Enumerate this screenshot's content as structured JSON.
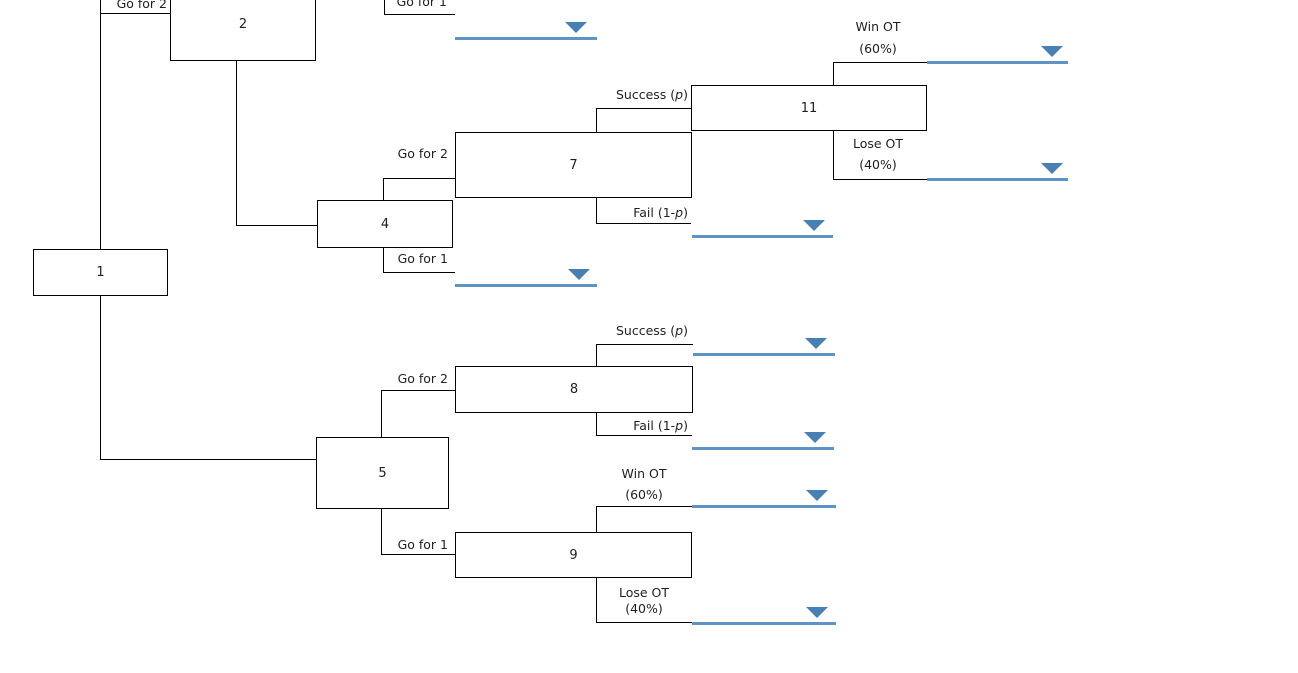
{
  "tree": {
    "nodes": {
      "n1": "1",
      "n2": "2",
      "n4": "4",
      "n5": "5",
      "n7": "7",
      "n8": "8",
      "n9": "9",
      "n11": "11"
    },
    "branches": {
      "root_go2": "Go for 2",
      "top_go1": "Go for 1",
      "n4_go2": "Go for 2",
      "n4_go1": "Go for 1",
      "n5_go2": "Go for 2",
      "n5_go1": "Go for 1",
      "n7_success": {
        "pre": "Success (",
        "v": "p",
        "post": ")"
      },
      "n7_fail": {
        "pre": "Fail (1-",
        "v": "p",
        "post": ")"
      },
      "n8_success": {
        "pre": "Success (",
        "v": "p",
        "post": ")"
      },
      "n8_fail": {
        "pre": "Fail (1-",
        "v": "p",
        "post": ")"
      },
      "n11_win": {
        "line1": "Win OT",
        "line2": "(60%)"
      },
      "n11_lose": {
        "line1": "Lose OT",
        "line2": "(40%)"
      },
      "n9_win": {
        "line1": "Win OT",
        "line2": "(60%)"
      },
      "n9_lose": {
        "line1": "Lose OT",
        "line2": "(40%)"
      }
    },
    "dropdowns": {
      "top_go1": {
        "value": ""
      },
      "n4_go1": {
        "value": ""
      },
      "n7_fail": {
        "value": ""
      },
      "n8_success": {
        "value": ""
      },
      "n8_fail": {
        "value": ""
      },
      "n9_win": {
        "value": ""
      },
      "n9_lose": {
        "value": ""
      },
      "n11_win": {
        "value": ""
      },
      "n11_lose": {
        "value": ""
      }
    },
    "colors": {
      "connector": "#000000",
      "text": "#1f1f1f",
      "dropdown_line_blue": "#5E94C4",
      "dropdown_arrow_blue": "#4880B4"
    }
  }
}
